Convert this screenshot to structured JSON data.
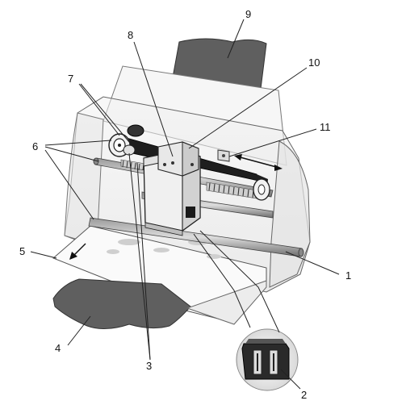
{
  "diagram": {
    "labels": {
      "l1": "1",
      "l2": "2",
      "l3": "3",
      "l4": "4",
      "l5": "5",
      "l6": "6",
      "l7": "7",
      "l8": "8",
      "l9": "9",
      "l10": "10",
      "l11": "11"
    }
  }
}
